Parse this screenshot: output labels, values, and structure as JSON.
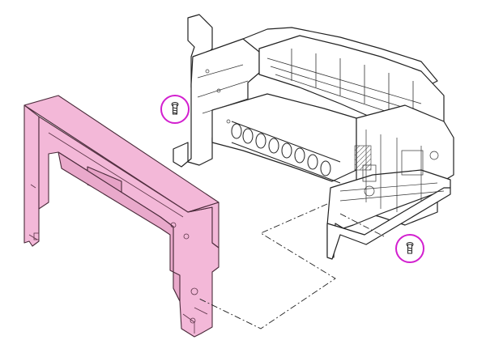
{
  "diagram": {
    "parts": [
      {
        "name": "printer-chassis",
        "kind": "assembly"
      },
      {
        "name": "front-cover",
        "kind": "removable-panel",
        "highlight": true
      },
      {
        "name": "screw-left",
        "kind": "fastener",
        "circled": true
      },
      {
        "name": "screw-right",
        "kind": "fastener",
        "circled": true
      }
    ],
    "colors": {
      "cover_fill": "#f3b8d8",
      "cover_stroke": "#4a2a3a",
      "callout_circle": "#d21fcf",
      "line": "#222222",
      "background": "#ffffff"
    }
  }
}
